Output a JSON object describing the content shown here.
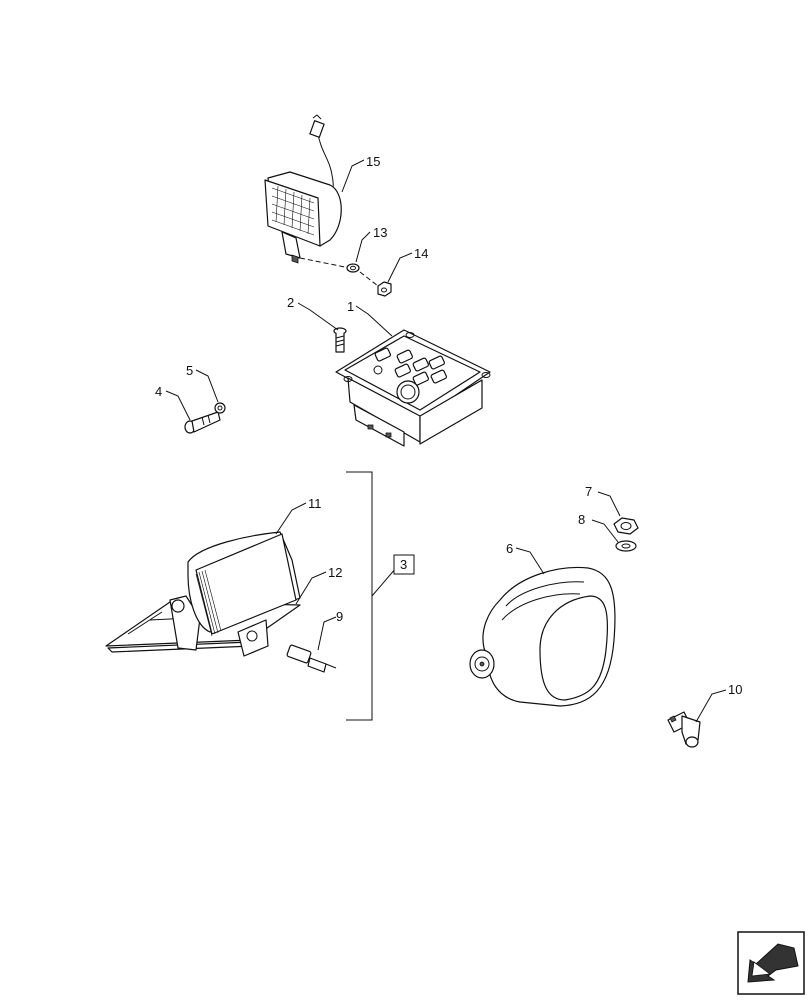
{
  "callouts": {
    "c1": "1",
    "c2": "2",
    "c3": "3",
    "c4": "4",
    "c5": "5",
    "c6": "6",
    "c7": "7",
    "c8": "8",
    "c9": "9",
    "c10": "10",
    "c11": "11",
    "c12": "12",
    "c13": "13",
    "c14": "14",
    "c15": "15"
  },
  "icons": {
    "nav": "next-page-arrow-icon"
  },
  "colors": {
    "ink": "#111111",
    "paper": "#ffffff"
  }
}
